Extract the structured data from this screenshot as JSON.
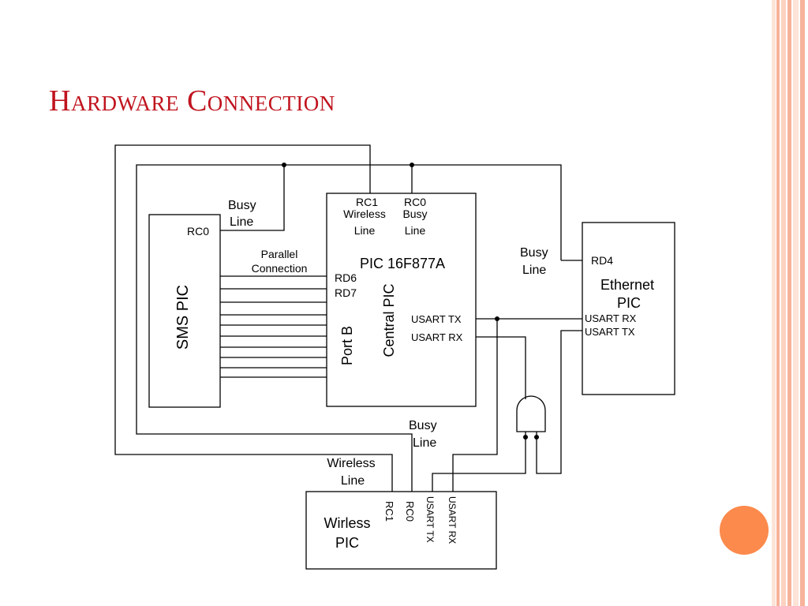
{
  "title": "Hardware Connection",
  "colors": {
    "title": "#c0141e",
    "accent_orange": "#fb8a4c",
    "border_pink": "#f6b39a",
    "line": "#000000"
  },
  "diagram": {
    "sms_pic": {
      "name": "SMS PIC",
      "rc0": "RC0",
      "busy_line": [
        "Busy",
        "Line"
      ]
    },
    "parallel": [
      "Parallel",
      "Connection"
    ],
    "central_pic": {
      "model": "PIC 16F877A",
      "name": "Central PIC",
      "port_b": "Port B",
      "rc1": "RC1",
      "rc1_label": [
        "Wireless",
        "Line"
      ],
      "rc0": "RC0",
      "rc0_label": [
        "Busy",
        "Line"
      ],
      "rd6": "RD6",
      "rd7": "RD7",
      "usart_tx": "USART TX",
      "usart_rx": "USART RX"
    },
    "ethernet_pic": {
      "name": [
        "Ethernet",
        "PIC"
      ],
      "rd4": "RD4",
      "usart_rx": "USART RX",
      "usart_tx": "USART TX",
      "busy_line": [
        "Busy",
        "Line"
      ]
    },
    "wireless_pic": {
      "name": [
        "Wirless",
        "PIC"
      ],
      "rc1": "RC1",
      "rc0": "RC0",
      "usart_tx": "USART TX",
      "usart_rx": "USART RX",
      "busy_line": [
        "Busy",
        "Line"
      ],
      "wireless_line": [
        "Wireless",
        "Line"
      ]
    }
  }
}
